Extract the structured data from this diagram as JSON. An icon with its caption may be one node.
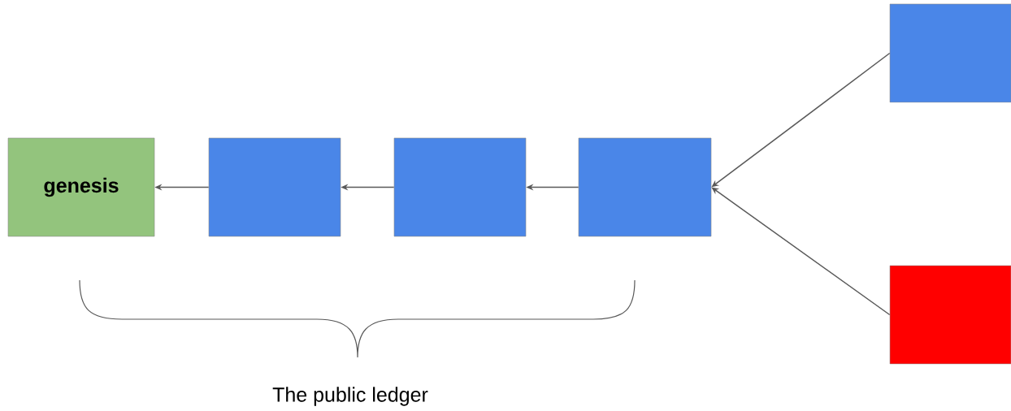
{
  "diagram": {
    "nodes": [
      {
        "text": [
          "genesis"
        ]
      },
      {
        "text": [],
        "shape": "box"
      },
      {
        "text": [],
        "shape": "box"
      },
      {
        "text": [],
        "shape": "box"
      },
      {
        "text": [],
        "shape": "box"
      },
      {
        "text": [],
        "shape": "box"
      }
    ],
    "edges": [
      {
        "from": 1,
        "to": 0,
        "arrow": "to"
      },
      {
        "from": 2,
        "to": 1,
        "arrow": "to"
      },
      {
        "from": 3,
        "to": 2,
        "arrow": "to"
      },
      {
        "from": 4,
        "to": 3,
        "arrow": "to"
      },
      {
        "from": 5,
        "to": 3,
        "arrow": "to"
      }
    ],
    "labels": [
      "The public ledger"
    ]
  }
}
